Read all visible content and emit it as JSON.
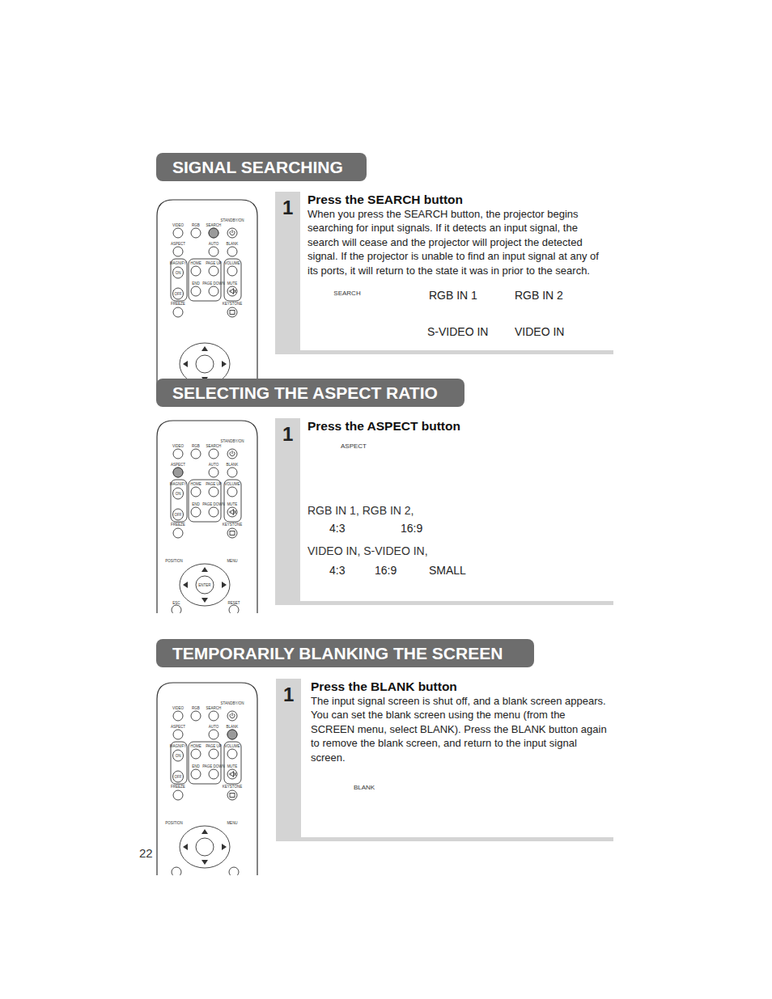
{
  "diagram": {
    "nodes": [
      {
        "text": [
          "SIGNAL SEARCHING"
        ]
      },
      {
        "text": [
          "1",
          "Press the SEARCH button",
          "When you press the SEARCH button, the projector begins searching for input signals. If it detects an input signal, the search will cease and the projector will project the detected signal. If the projector is unable to find an input signal at any of its ports, it will return to the state it was in prior to the search."
        ]
      },
      {
        "text": [
          "RGB IN 1"
        ],
        "in": 1
      },
      {
        "text": [
          "RGB IN 2"
        ],
        "in": 1
      },
      {
        "text": [
          "VIDEO IN"
        ],
        "in": 1
      },
      {
        "text": [
          "S-VIDEO IN"
        ],
        "in": 1
      },
      {
        "text": [
          "SELECTING THE ASPECT RATIO"
        ]
      },
      {
        "text": [
          "1",
          "Press the ASPECT button"
        ]
      },
      {
        "text": [
          "4:3"
        ],
        "in": 7
      },
      {
        "text": [
          "16:9"
        ],
        "in": 7
      },
      {
        "text": [
          "4:3"
        ],
        "in": 7
      },
      {
        "text": [
          "16:9"
        ],
        "in": 7
      },
      {
        "text": [
          "SMALL"
        ],
        "in": 7
      },
      {
        "text": [
          "TEMPORARILY BLANKING THE SCREEN"
        ]
      },
      {
        "text": [
          "1",
          "Press the BLANK button",
          "The input signal screen is shut off, and a blank screen appears. You can set the blank screen using the menu (from the SCREEN menu, select BLANK). Press the BLANK button again to remove the blank screen, and return to the input signal screen."
        ]
      }
    ],
    "edges": [
      {
        "from": 2,
        "to": 3,
        "arrow": "to"
      },
      {
        "from": 3,
        "to": 4,
        "arrow": "to"
      },
      {
        "from": 4,
        "to": 5,
        "arrow": "to"
      },
      {
        "from": 5,
        "to": 2,
        "arrow": "to"
      },
      {
        "from": 8,
        "to": 9,
        "arrow": "both"
      },
      {
        "from": 10,
        "to": 11,
        "arrow": "to"
      },
      {
        "from": 11,
        "to": 12,
        "arrow": "to"
      },
      {
        "from": 12,
        "to": 10,
        "arrow": "to"
      }
    ],
    "labels": [
      "STANDBY/ON",
      "VIDEO",
      "RGB",
      "SEARCH",
      "ASPECT",
      "AUTO",
      "BLANK",
      "MAGNIFY",
      "HOME",
      "PAGE UP",
      "VOLUME",
      "ON",
      "END",
      "PAGE DOWN",
      "MUTE",
      "OFF",
      "FREEZE",
      "KEYSTONE",
      "SEARCH",
      "STANDBY/ON",
      "VIDEO",
      "RGB",
      "SEARCH",
      "ASPECT",
      "AUTO",
      "BLANK",
      "MAGNIFY",
      "HOME",
      "PAGE UP",
      "VOLUME",
      "ON",
      "END",
      "PAGE DOWN",
      "MUTE",
      "OFF",
      "FREEZE",
      "KEYSTONE",
      "POSITION",
      "MENU",
      "ENTER",
      "ESC",
      "RESET",
      "ASPECT",
      "RGB IN 1, RGB IN 2,",
      "VIDEO IN, S-VIDEO IN,",
      "STANDBY/ON",
      "VIDEO",
      "RGB",
      "SEARCH",
      "ASPECT",
      "AUTO",
      "BLANK",
      "MAGNIFY",
      "HOME",
      "PAGE UP",
      "VOLUME",
      "ON",
      "END",
      "PAGE DOWN",
      "MUTE",
      "OFF",
      "FREEZE",
      "KEYSTONE",
      "POSITION",
      "MENU",
      "BLANK",
      "22"
    ]
  }
}
